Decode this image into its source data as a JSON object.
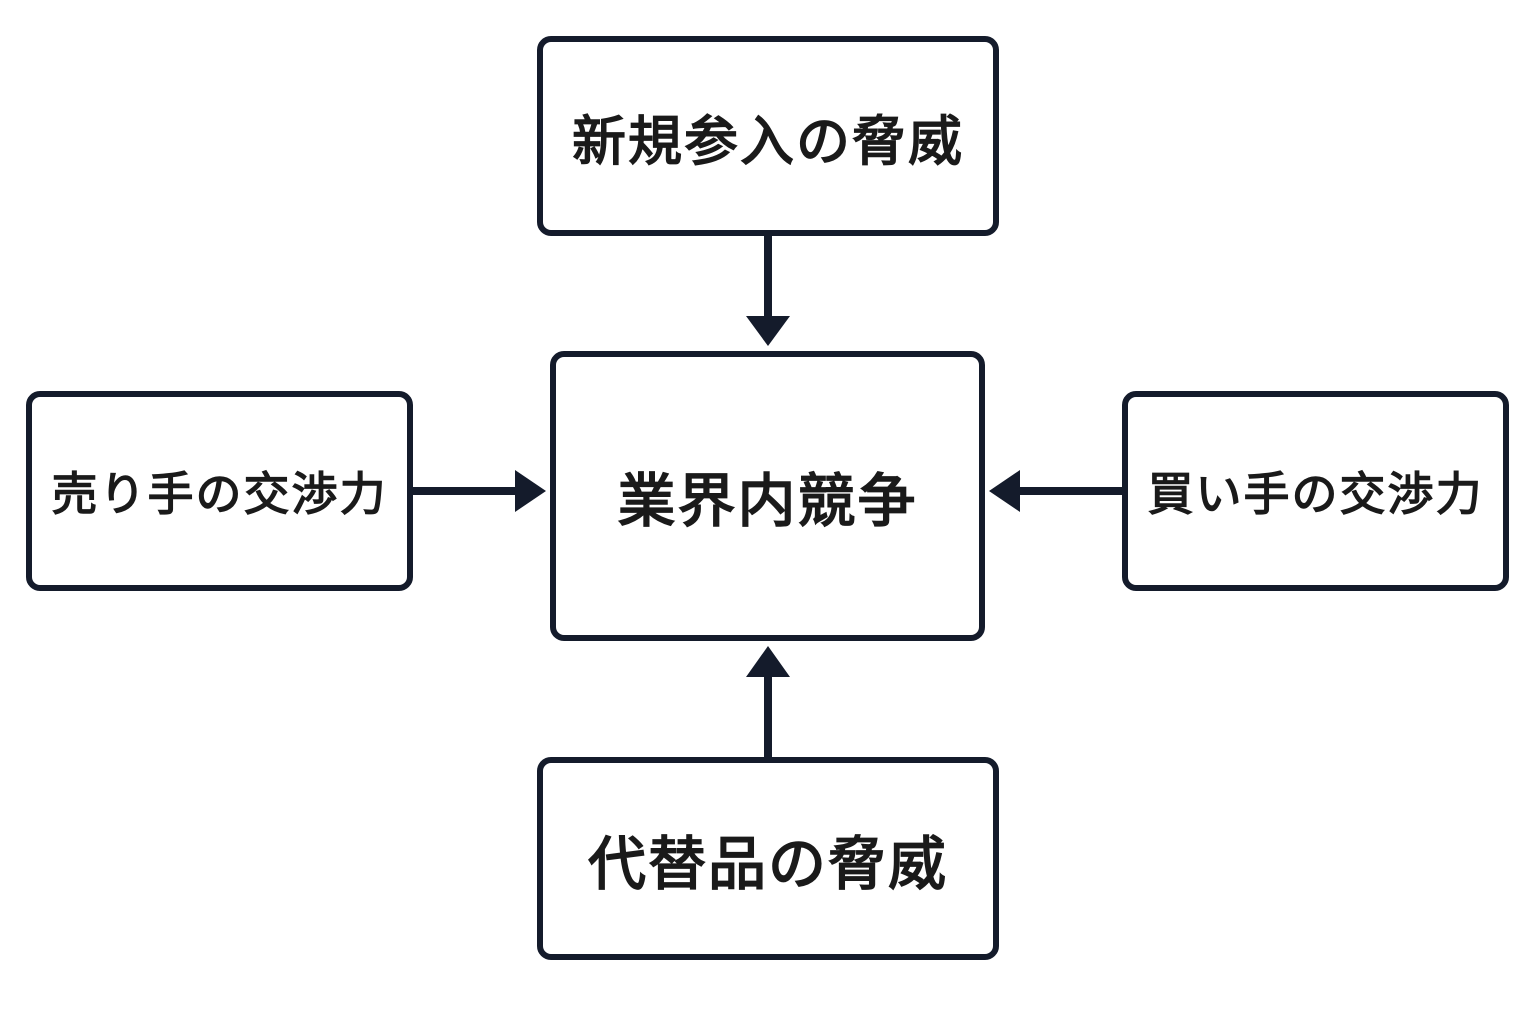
{
  "diagram": {
    "center": {
      "label": "業界内競争"
    },
    "top": {
      "label": "新規参入の脅威"
    },
    "bottom": {
      "label": "代替品の脅威"
    },
    "left": {
      "label": "売り手の交渉力"
    },
    "right": {
      "label": "買い手の交渉力"
    },
    "colors": {
      "stroke": "#141b2b",
      "text": "#1a1a1a",
      "background": "#ffffff"
    }
  }
}
